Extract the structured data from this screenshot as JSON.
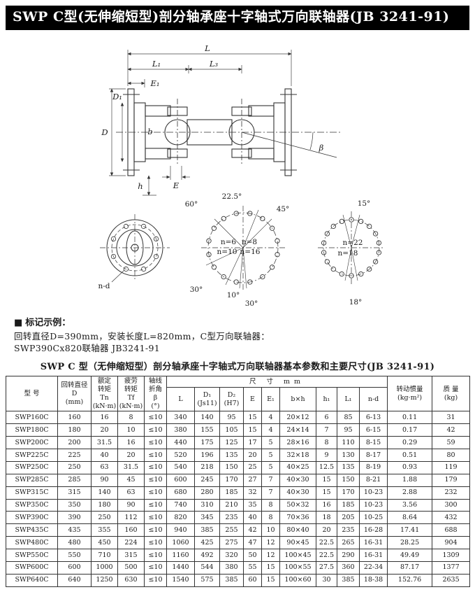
{
  "page": {
    "title": "SWP C型(无伸缩短型)剖分轴承座十字轴式万向联轴器(JB 3241-91)"
  },
  "marking": {
    "bullet": "■",
    "label": "标记示例：",
    "line1": "回转直径D=390mm，安装长度L=820mm，C型万向联轴器：",
    "line2": "SWP390Cx820联轴器 JB3241-91"
  },
  "diagram": {
    "labels": {
      "L": "L",
      "L1": "L₁",
      "L3": "L₃",
      "E1": "E₁",
      "D": "D",
      "D1": "D₁",
      "b": "b",
      "h": "h",
      "E": "E",
      "beta": "β",
      "n_d": "n-d",
      "a22_5": "22.5°",
      "a60": "60°",
      "a45": "45°",
      "a30a": "30°",
      "a10": "10°",
      "a30b": "30°",
      "n6": "n=6",
      "n8": "n=8",
      "n10": "n=10",
      "n16": "n=16",
      "a15": "15°",
      "a18": "18°",
      "n22": "n=22",
      "n18": "n=18"
    }
  },
  "table": {
    "title": "SWP C 型（无伸缩短型）剖分轴承座十字轴式万向联轴器基本参数和主要尺寸(JB 3241-91)",
    "headers": {
      "model": "型  号",
      "diameter": "回转直径\nD\n(mm)",
      "rated_torque": "额定\n转矩\nTn\n(kN·m)",
      "fatigue_torque": "疲劳\n转矩\nTf\n(kN·m)",
      "axis_angle": "轴线\n折角\nβ\n(°)",
      "size_group": "尺 寸 mm",
      "size_cols": [
        "L",
        "D₁\n(Js11)",
        "D₂\n(H7)",
        "E",
        "E₁",
        "b×h",
        "h₁",
        "L₁",
        "n-d"
      ],
      "inertia": "转动惯量\n(kg·m²)",
      "mass": "质  量\n(kg)"
    },
    "rows": [
      [
        "SWP160C",
        "160",
        "16",
        "8",
        "≤10",
        "340",
        "140",
        "95",
        "15",
        "4",
        "20×12",
        "6",
        "85",
        "6-13",
        "0.11",
        "31"
      ],
      [
        "SWP180C",
        "180",
        "20",
        "10",
        "≤10",
        "380",
        "155",
        "105",
        "15",
        "4",
        "24×14",
        "7",
        "95",
        "6-15",
        "0.17",
        "42"
      ],
      [
        "SWP200C",
        "200",
        "31.5",
        "16",
        "≤10",
        "440",
        "175",
        "125",
        "17",
        "5",
        "28×16",
        "8",
        "110",
        "8-15",
        "0.29",
        "59"
      ],
      [
        "SWP225C",
        "225",
        "40",
        "20",
        "≤10",
        "520",
        "196",
        "135",
        "20",
        "5",
        "32×18",
        "9",
        "130",
        "8-17",
        "0.51",
        "80"
      ],
      [
        "SWP250C",
        "250",
        "63",
        "31.5",
        "≤10",
        "540",
        "218",
        "150",
        "25",
        "5",
        "40×25",
        "12.5",
        "135",
        "8-19",
        "0.93",
        "119"
      ],
      [
        "SWP285C",
        "285",
        "90",
        "45",
        "≤10",
        "600",
        "245",
        "170",
        "27",
        "7",
        "40×30",
        "15",
        "150",
        "8-21",
        "1.88",
        "179"
      ],
      [
        "SWP315C",
        "315",
        "140",
        "63",
        "≤10",
        "680",
        "280",
        "185",
        "32",
        "7",
        "40×30",
        "15",
        "170",
        "10-23",
        "2.88",
        "232"
      ],
      [
        "SWP350C",
        "350",
        "180",
        "90",
        "≤10",
        "740",
        "310",
        "210",
        "35",
        "8",
        "50×32",
        "16",
        "185",
        "10-23",
        "3.56",
        "300"
      ],
      [
        "SWP390C",
        "390",
        "250",
        "112",
        "≤10",
        "820",
        "345",
        "235",
        "40",
        "8",
        "70×36",
        "18",
        "205",
        "10-25",
        "8.64",
        "432"
      ],
      [
        "SWP435C",
        "435",
        "355",
        "160",
        "≤10",
        "940",
        "385",
        "255",
        "42",
        "10",
        "80×40",
        "20",
        "235",
        "16-28",
        "17.41",
        "688"
      ],
      [
        "SWP480C",
        "480",
        "450",
        "224",
        "≤10",
        "1060",
        "425",
        "275",
        "47",
        "12",
        "90×45",
        "22.5",
        "265",
        "16-31",
        "28.25",
        "904"
      ],
      [
        "SWP550C",
        "550",
        "710",
        "315",
        "≤10",
        "1160",
        "492",
        "320",
        "50",
        "12",
        "100×45",
        "22.5",
        "290",
        "16-31",
        "49.49",
        "1309"
      ],
      [
        "SWP600C",
        "600",
        "1000",
        "500",
        "≤10",
        "1440",
        "544",
        "380",
        "55",
        "15",
        "100×55",
        "27.5",
        "360",
        "22-34",
        "87.17",
        "1377"
      ],
      [
        "SWP640C",
        "640",
        "1250",
        "630",
        "≤10",
        "1540",
        "575",
        "385",
        "60",
        "15",
        "100×60",
        "30",
        "385",
        "18-38",
        "152.76",
        "2635"
      ]
    ]
  }
}
